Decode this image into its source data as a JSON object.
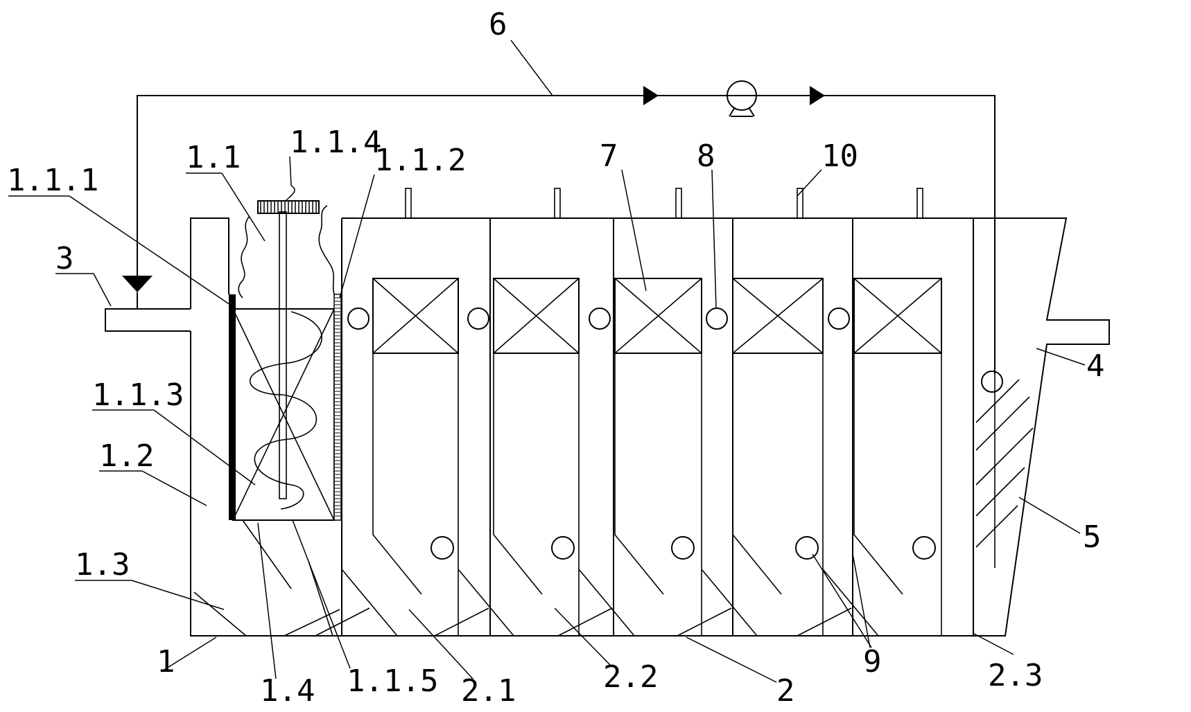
{
  "labels": {
    "l1": "1",
    "l1_1": "1.1",
    "l1_1_1": "1.1.1",
    "l1_1_2": "1.1.2",
    "l1_1_3": "1.1.3",
    "l1_1_4": "1.1.4",
    "l1_1_5": "1.1.5",
    "l1_2": "1.2",
    "l1_3": "1.3",
    "l1_4": "1.4",
    "l2": "2",
    "l2_1": "2.1",
    "l2_2": "2.2",
    "l2_3": "2.3",
    "l3": "3",
    "l4": "4",
    "l5": "5",
    "l6": "6",
    "l7": "7",
    "l8": "8",
    "l9": "9",
    "l10": "10"
  },
  "colors": {
    "line": "#000000",
    "background": "#ffffff"
  }
}
